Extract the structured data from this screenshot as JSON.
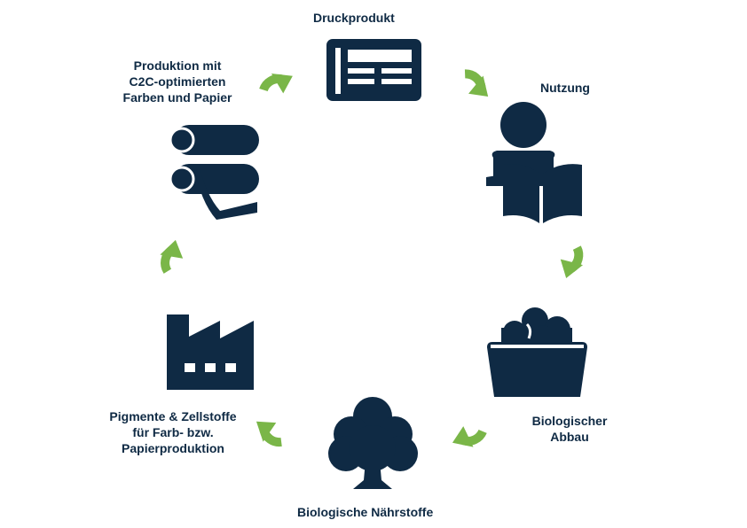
{
  "steps": {
    "print_product": "Druckprodukt",
    "usage": "Nutzung",
    "bio_decomposition": [
      "Biologischer",
      "Abbau"
    ],
    "bio_nutrients": "Biologische Nährstoffe",
    "raw_materials": [
      "Pigmente & Zellstoffe",
      "für Farb- bzw.",
      "Papierproduktion"
    ],
    "production": [
      "Produktion mit",
      "C2C-optimierten",
      "Farben und Papier"
    ]
  },
  "icons": [
    "newspaper-icon",
    "reader-icon",
    "compost-bin-icon",
    "tree-icon",
    "factory-icon",
    "printing-rollers-icon"
  ],
  "colors": {
    "icon": "#0f2a44",
    "arrow": "#7ab648",
    "text": "#0f2a44"
  }
}
